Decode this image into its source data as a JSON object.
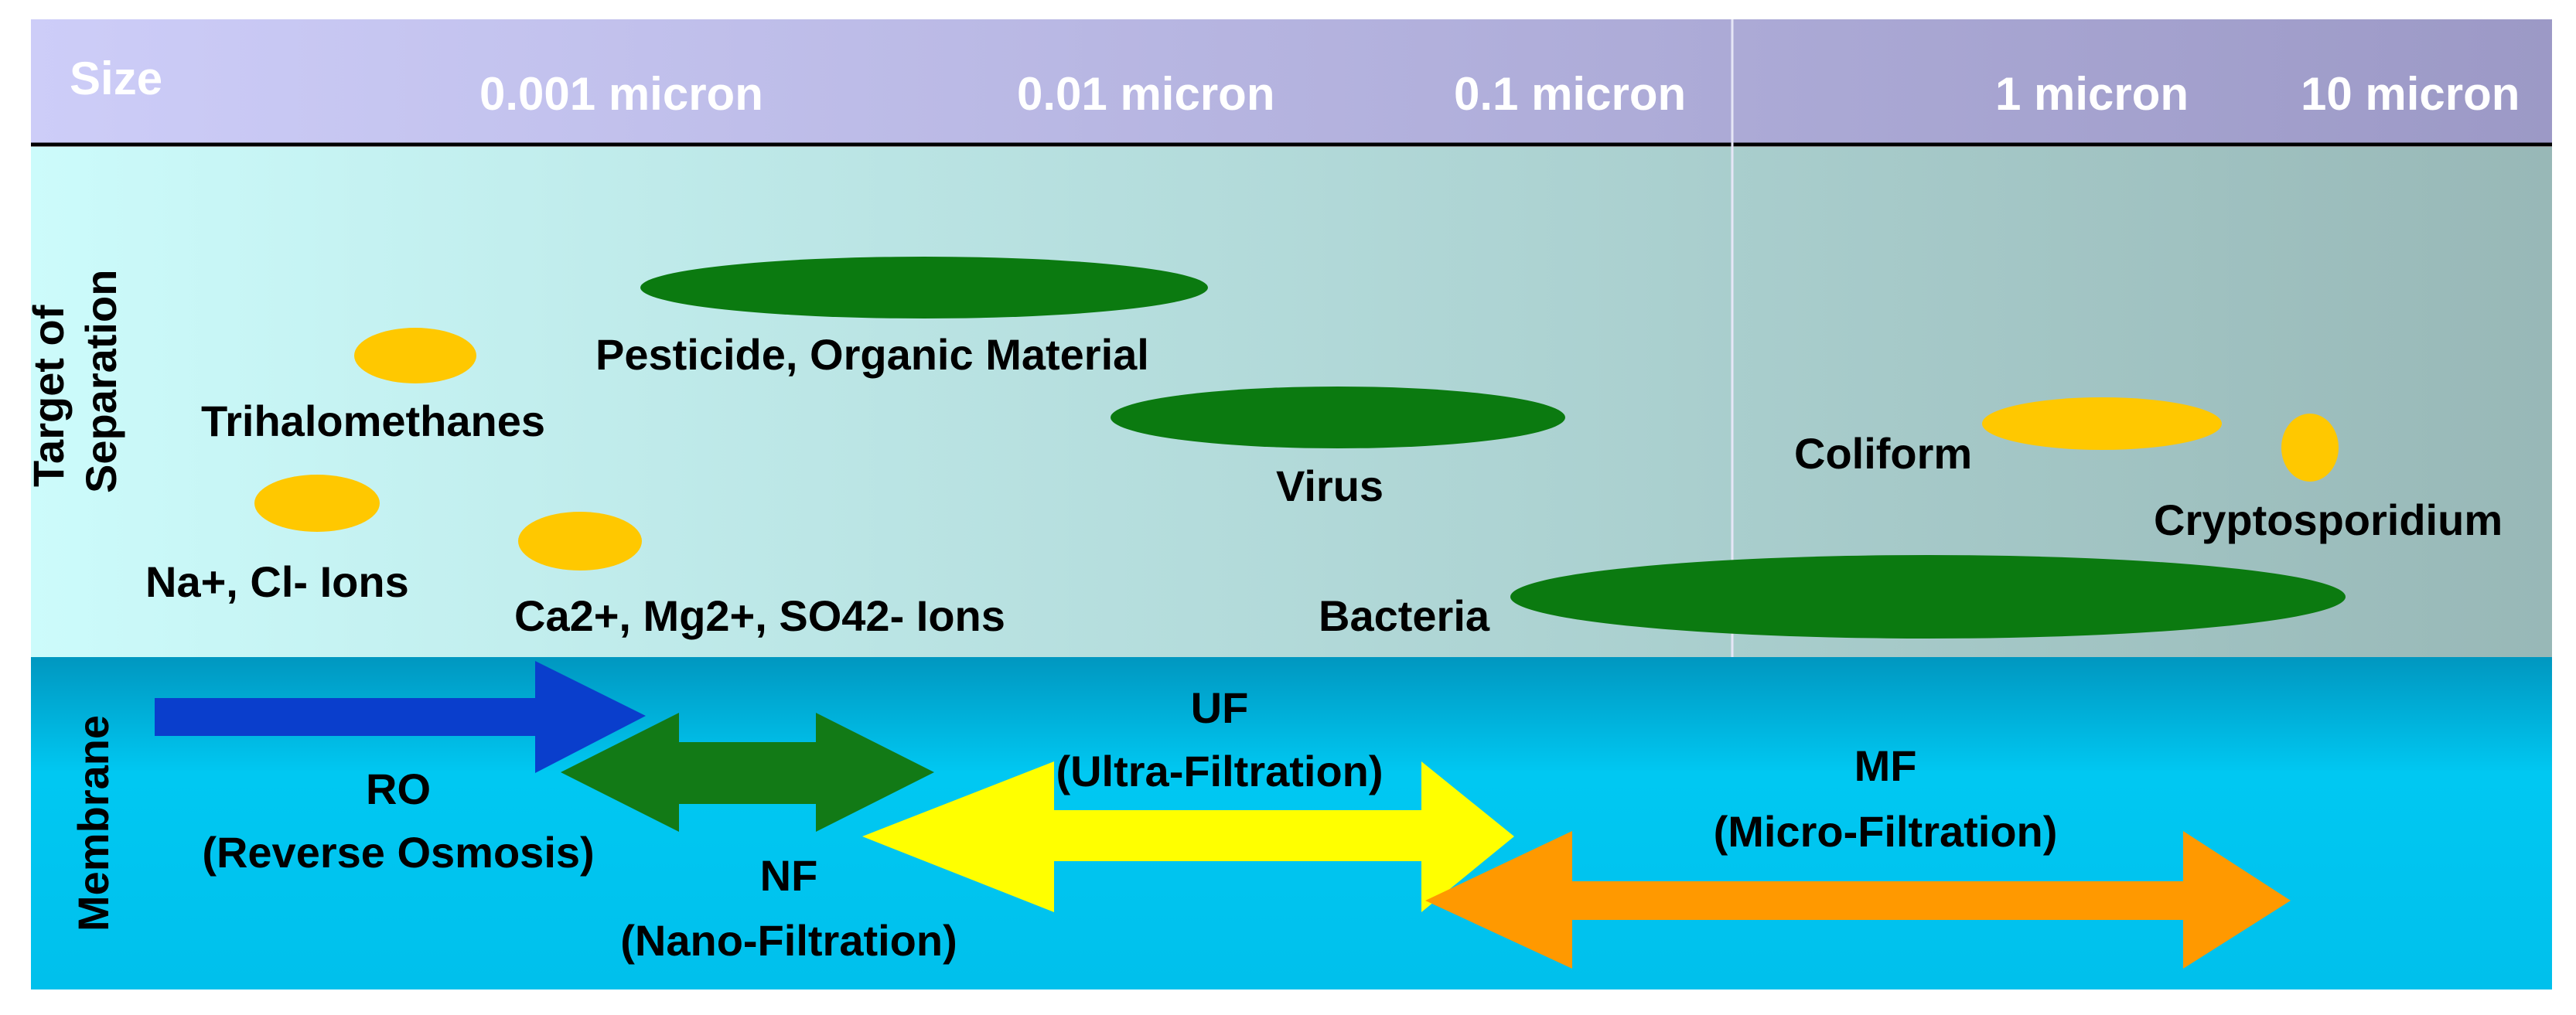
{
  "header": {
    "size_label": "Size",
    "scale_ticks": [
      "0.001 micron",
      "0.01 micron",
      "0.1 micron",
      "1 micron",
      "10 micron"
    ]
  },
  "targets": {
    "row_label_line1": "Target of",
    "row_label_line2": "Separation",
    "items": [
      {
        "label": "Pesticide, Organic Material",
        "kind": "green"
      },
      {
        "label": "Trihalomethanes",
        "kind": "yellow"
      },
      {
        "label": "Virus",
        "kind": "green"
      },
      {
        "label": "Coliform",
        "kind": "yellow"
      },
      {
        "label": "Cryptosporidium",
        "kind": "yellow"
      },
      {
        "label": "Na+, Cl- Ions",
        "kind": "yellow"
      },
      {
        "label": "Ca2+, Mg2+, SO42- Ions",
        "kind": "yellow"
      },
      {
        "label": "Bacteria",
        "kind": "green"
      }
    ]
  },
  "membrane": {
    "row_label": "Membrane",
    "types": [
      {
        "abbr": "RO",
        "full": "(Reverse Osmosis)",
        "color": "#0a3ecc"
      },
      {
        "abbr": "NF",
        "full": "(Nano-Filtration)",
        "color": "#127a16"
      },
      {
        "abbr": "UF",
        "full": "(Ultra-Filtration)",
        "color": "#ffff00"
      },
      {
        "abbr": "MF",
        "full": "(Micro-Filtration)",
        "color": "#ff9900"
      }
    ]
  },
  "colors": {
    "header_gradient_start": "#cdcdf8",
    "header_gradient_end": "#9c99c6",
    "target_gradient_start": "#ccfbfb",
    "target_gradient_end": "#98b8b7",
    "membrane_band": "#00c2f0",
    "green_ellipse": "#0b7a10",
    "yellow_ellipse": "#ffc800"
  }
}
